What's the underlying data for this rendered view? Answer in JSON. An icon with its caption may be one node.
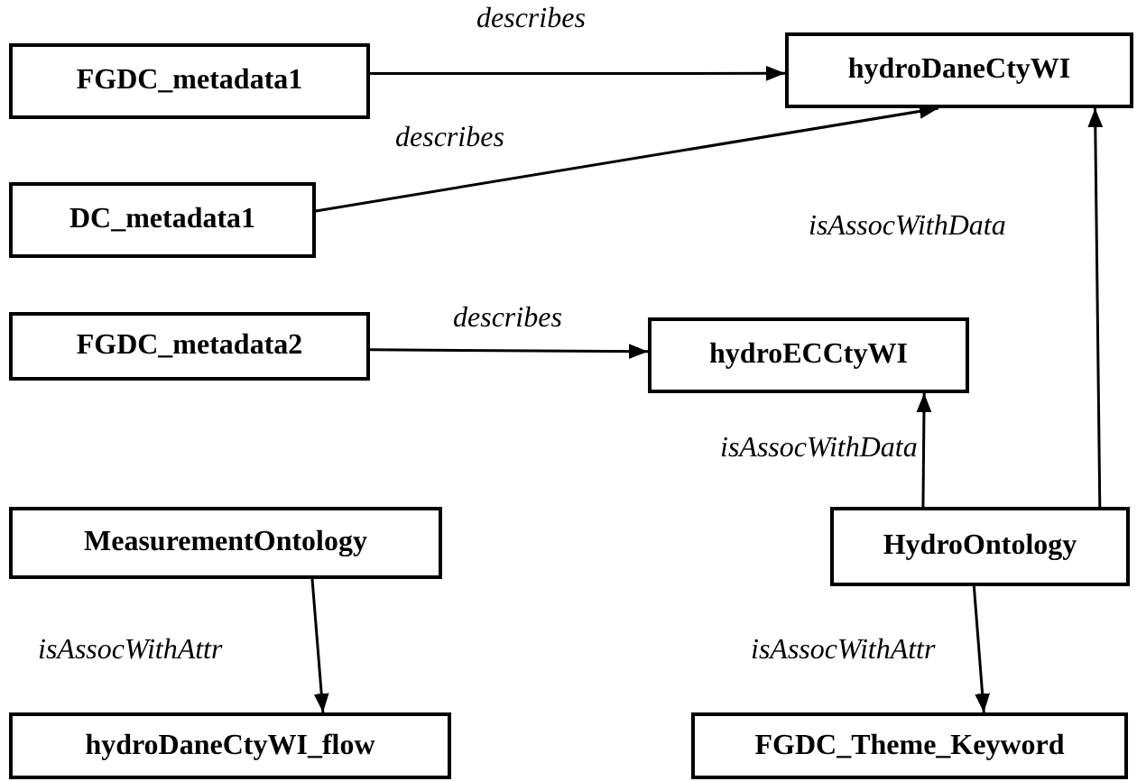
{
  "diagram": {
    "nodes": [
      {
        "text": [
          "FGDC_metadata1"
        ]
      },
      {
        "text": [
          "hydroDaneCtyWI"
        ]
      },
      {
        "text": [
          "DC_metadata1"
        ]
      },
      {
        "text": [
          "FGDC_metadata2"
        ]
      },
      {
        "text": [
          "hydroECCtyWI"
        ]
      },
      {
        "text": [
          "MeasurementOntology"
        ]
      },
      {
        "text": [
          "HydroOntology"
        ]
      },
      {
        "text": [
          "hydroDaneCtyWI_flow"
        ]
      },
      {
        "text": [
          "FGDC_Theme_Keyword"
        ]
      }
    ],
    "edges": [
      {
        "from": 0,
        "to": 1,
        "arrow": "to",
        "label": "describes"
      },
      {
        "from": 2,
        "to": 1,
        "arrow": "to",
        "label": "describes"
      },
      {
        "from": 3,
        "to": 4,
        "arrow": "to",
        "label": "describes"
      },
      {
        "from": 6,
        "to": 4,
        "arrow": "to",
        "label": "isAssocWithData"
      },
      {
        "from": 6,
        "to": 1,
        "arrow": "to",
        "label": "isAssocWithData"
      },
      {
        "from": 5,
        "to": 7,
        "arrow": "to",
        "label": "isAssocWithAttr"
      },
      {
        "from": 6,
        "to": 8,
        "arrow": "to",
        "label": "isAssocWithAttr"
      }
    ]
  }
}
